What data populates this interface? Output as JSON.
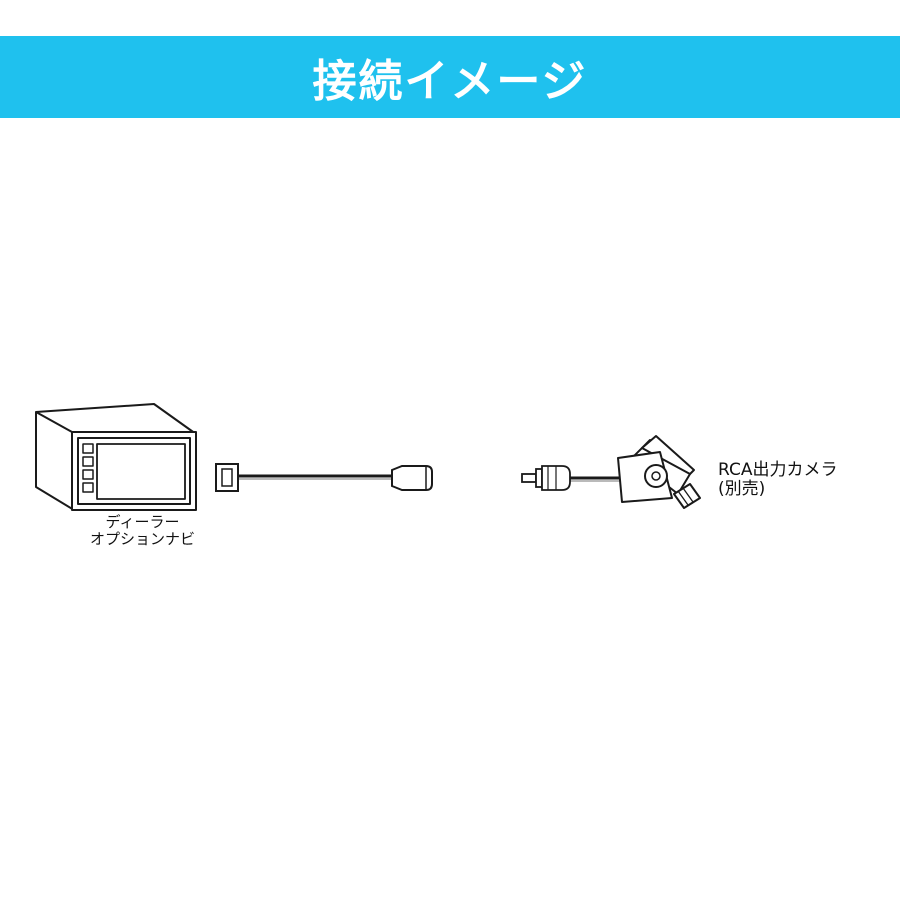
{
  "header": {
    "title": "接続イメージ",
    "bg_color": "#1fc1ee"
  },
  "navi": {
    "label_line1": "ディーラー",
    "label_line2": "オプションナビ"
  },
  "camera": {
    "label_line1": "RCA出力カメラ",
    "label_line2": "(別売)"
  },
  "colors": {
    "line": "#1a1a1a",
    "fill": "#ffffff"
  }
}
